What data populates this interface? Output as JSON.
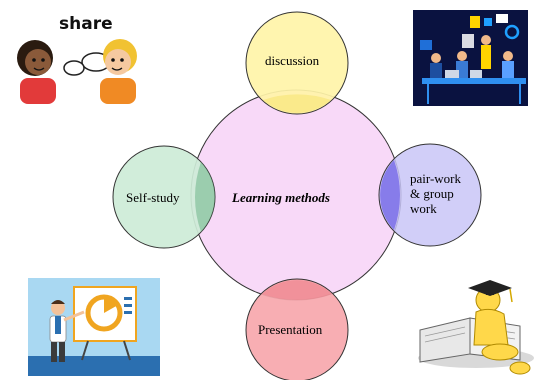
{
  "diagram": {
    "center": {
      "label": "Learning methods",
      "color": "#f6d7f6"
    },
    "top": {
      "label": "discussion",
      "color": "#fff2a8"
    },
    "left": {
      "label": "Self-study",
      "color": "#cdebd7"
    },
    "right": {
      "label": "pair-work\n& group\nwork",
      "color": "#c9c6f7"
    },
    "bottom": {
      "label": "Presentation",
      "color": "#f7a7ac"
    }
  },
  "illustrations": {
    "top_left": {
      "icon": "share-conversation-icon",
      "caption": "share"
    },
    "top_right": {
      "icon": "team-meeting-icon"
    },
    "bottom_left": {
      "icon": "presenter-chart-icon"
    },
    "bottom_right": {
      "icon": "reading-graduate-icon"
    }
  }
}
